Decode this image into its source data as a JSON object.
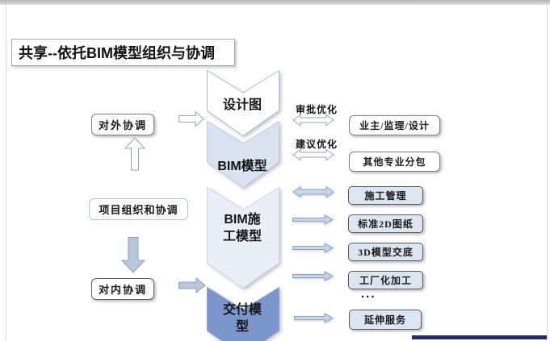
{
  "title": "共享--依托BIM模型组织与协调",
  "left": {
    "external": "对外协调",
    "project": "项目组织和协调",
    "internal": "对内协调"
  },
  "steps": [
    {
      "label": "设计图"
    },
    {
      "label": "BIM模型"
    },
    {
      "label": "BIM施工模型"
    },
    {
      "label": "交付模型"
    }
  ],
  "flow_labels": {
    "approval": "审批优化",
    "suggestion": "建议优化",
    "ellipsis": "..."
  },
  "right_boxes": [
    "业主/监理/设计",
    "其他专业分包",
    "施工管理",
    "标准2D图纸",
    "3D模型交底",
    "工厂化加工",
    "延伸服务"
  ],
  "colors": {
    "box_blue_fill": "#dbe5f1",
    "chevron1_fill": "#ffffff",
    "chevron2_fill": "#d9e2f0",
    "chevron3_fill": "#e8edf6",
    "chevron4_fill": "#7b96cc",
    "arrow_blue_fill": "#c7d5e8",
    "arrow_blue_stroke": "#8fa5c5",
    "arrow_gray_fill": "#b9c7dd",
    "arrow_white_stroke": "#98a2ae",
    "navy_bar": "#1d2d69"
  }
}
